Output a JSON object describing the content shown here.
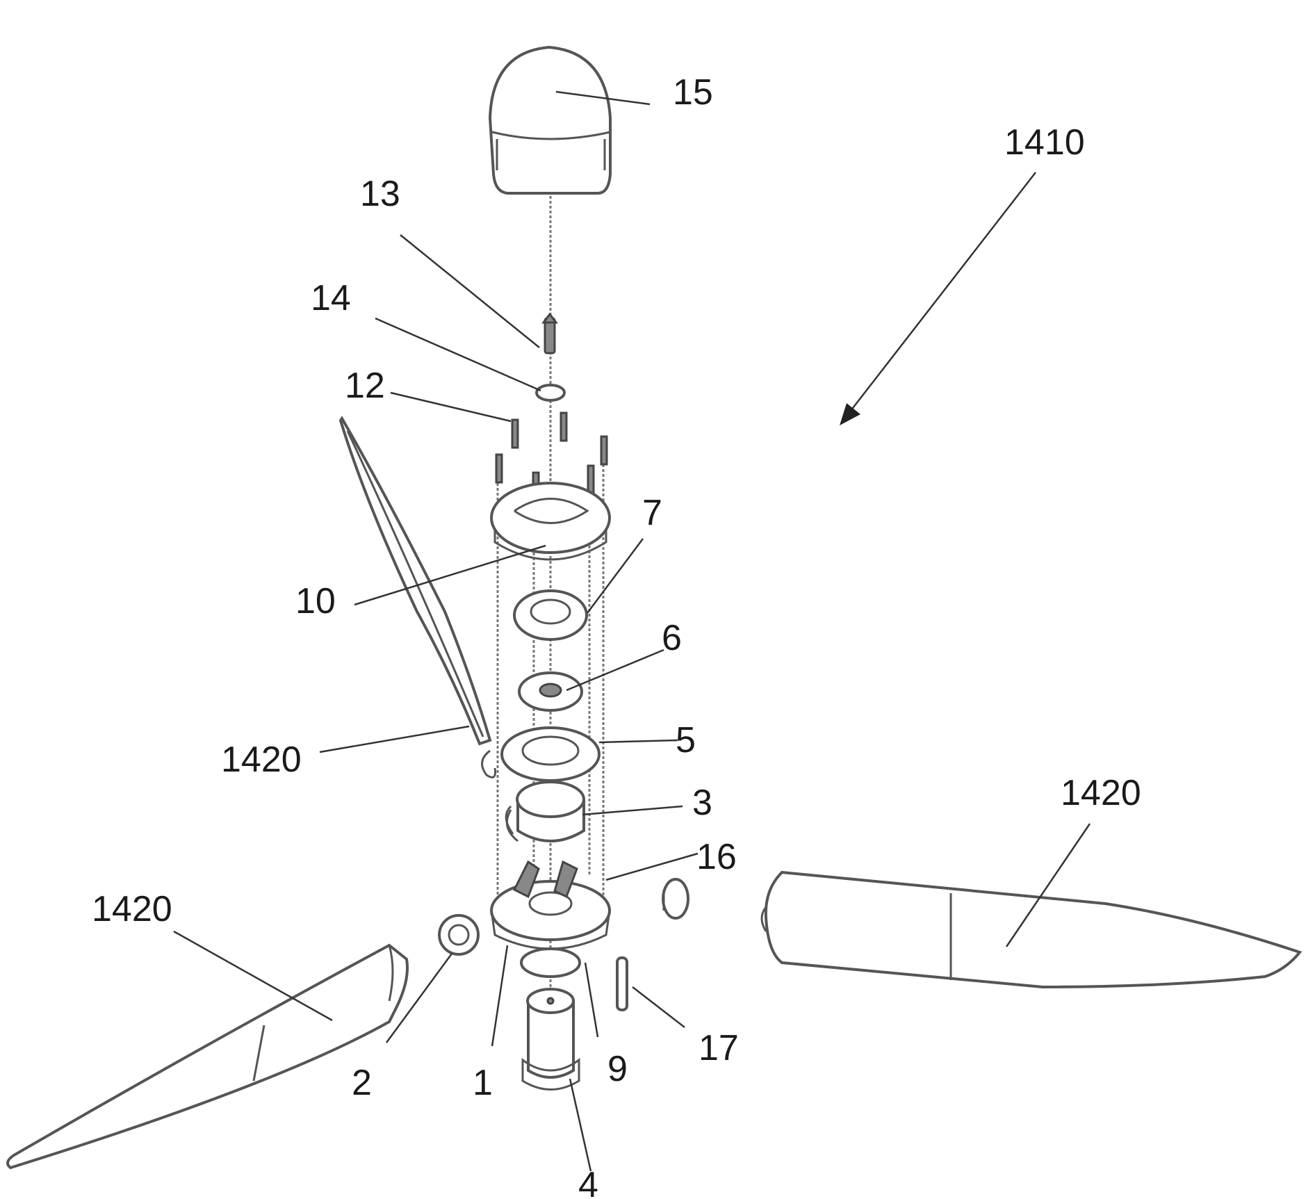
{
  "figure": {
    "assembly_ref": "1410",
    "labels": {
      "l15": "15",
      "l1410": "1410",
      "l13": "13",
      "l14": "14",
      "l12": "12",
      "l7": "7",
      "l10": "10",
      "l6": "6",
      "l1420_left": "1420",
      "l5": "5",
      "l3": "3",
      "l1420_right": "1420",
      "l16": "16",
      "l1420_bottom": "1420",
      "l17": "17",
      "l2": "2",
      "l1": "1",
      "l9": "9",
      "l4": "4"
    }
  }
}
